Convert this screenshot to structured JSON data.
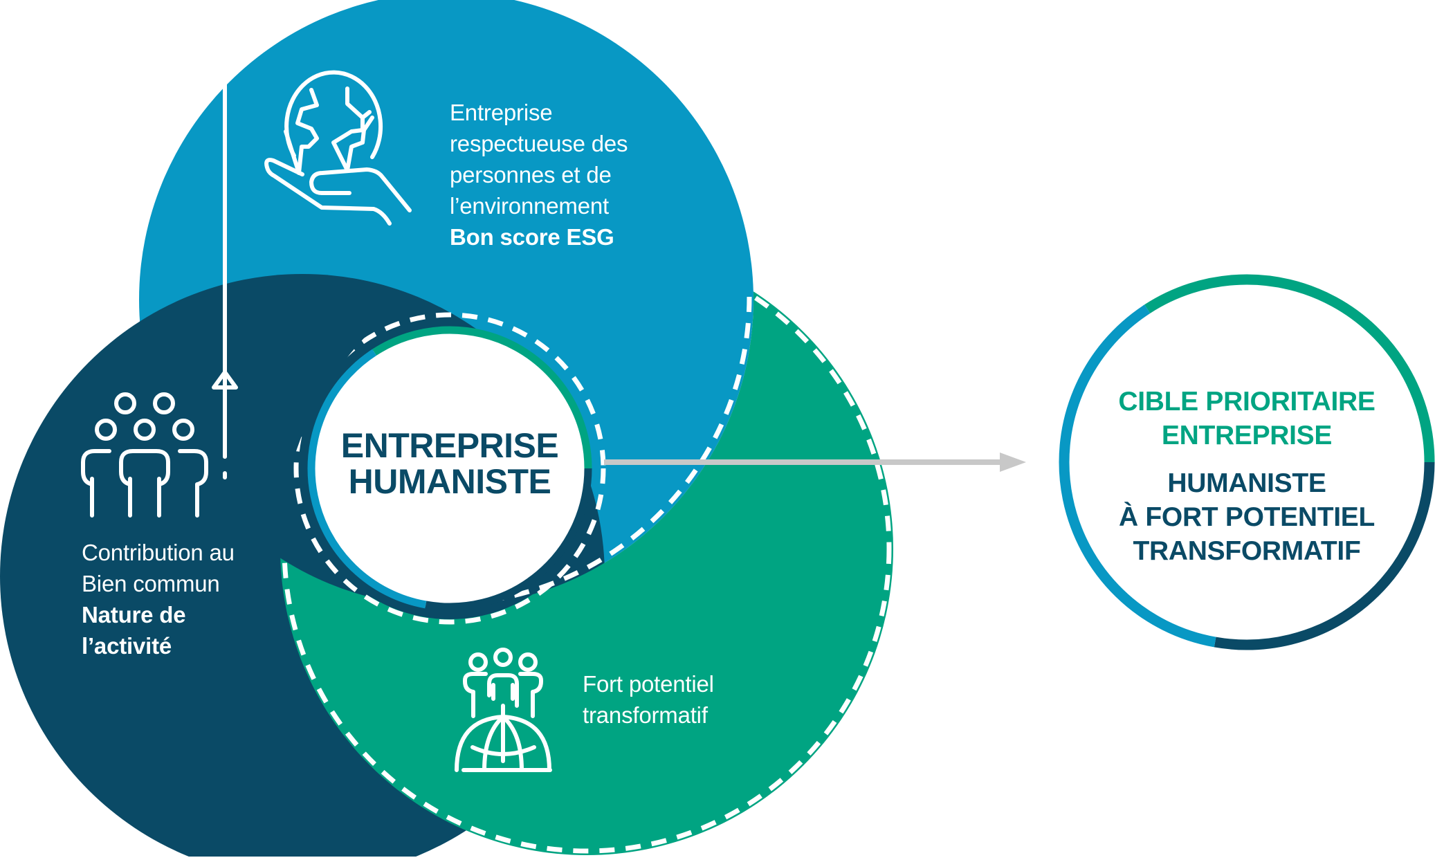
{
  "colors": {
    "blue": "#0898C4",
    "navy": "#0A4A66",
    "green": "#00A482",
    "arrow_gray": "#C8C8C8",
    "white": "#FFFFFF"
  },
  "circles": {
    "esg": {
      "icon": "globe-in-hand-icon",
      "lines": [
        "Entreprise",
        "respectueuse des",
        "personnes et de",
        "l’environnement"
      ],
      "bold_line": "Bon score ESG"
    },
    "bien_commun": {
      "icon": "group-growth-arrow-icon",
      "lines": [
        "Contribution au",
        "Bien commun"
      ],
      "bold_lines": [
        "Nature de",
        "l’activité"
      ]
    },
    "transformatif": {
      "icon": "people-globe-icon",
      "lines": [
        "Fort potentiel",
        "transformatif"
      ]
    }
  },
  "center": {
    "lines": [
      "ENTREPRISE",
      "HUMANISTE"
    ]
  },
  "arrow": {
    "icon": "right-arrow-icon"
  },
  "target": {
    "green_lines": [
      "CIBLE PRIORITAIRE",
      "ENTREPRISE"
    ],
    "navy_lines": [
      "HUMANISTE",
      "À FORT POTENTIEL",
      "TRANSFORMATIF"
    ]
  }
}
